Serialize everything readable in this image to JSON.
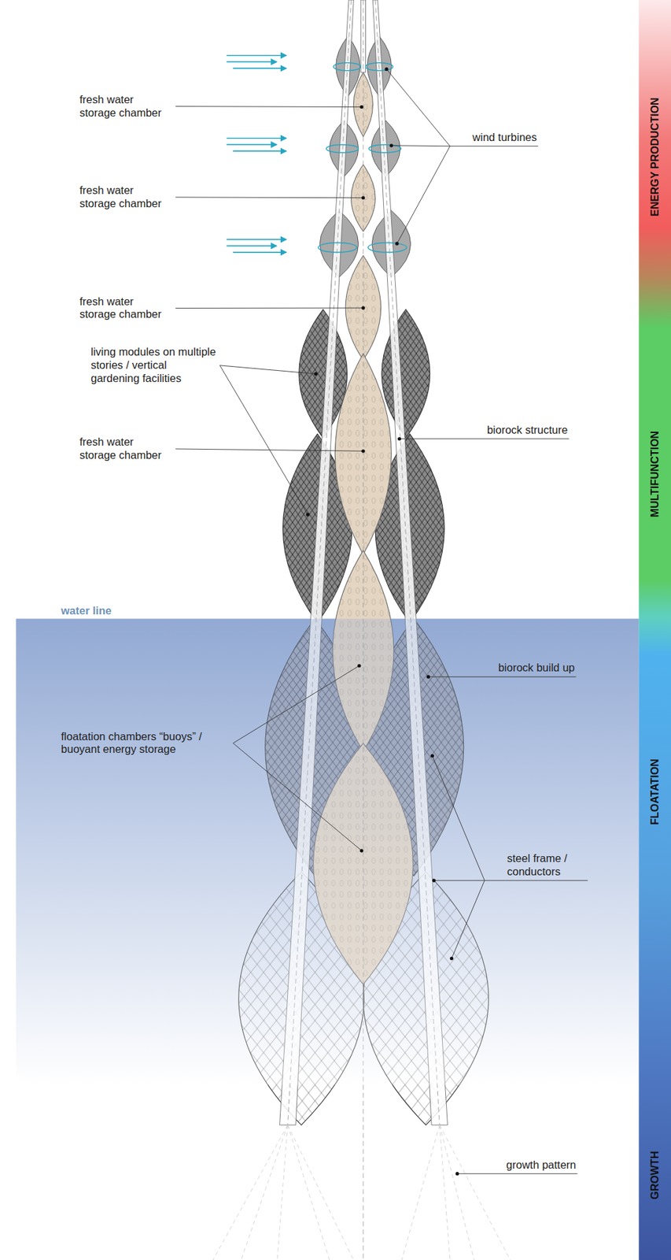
{
  "diagram": {
    "labels": [
      "fresh water storage chamber",
      "wind turbines",
      "ENERGY PRODUCTION",
      "fresh water storage chamber",
      "fresh water storage chamber",
      "living modules on multiple stories / vertical gardening facilities",
      "biorock structure",
      "MULTIFUNCTION",
      "fresh water storage chamber",
      "water line",
      "biorock build up",
      "floatation chambers “buoys” / buoyant energy storage",
      "FLOATATION",
      "steel frame / conductors",
      "growth pattern",
      "GROWTH"
    ]
  }
}
